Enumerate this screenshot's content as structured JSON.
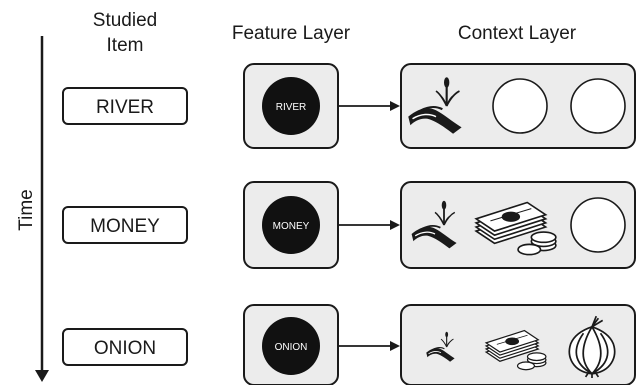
{
  "headers": {
    "studied_item_line1": "Studied",
    "studied_item_line2": "Item",
    "feature_layer": "Feature Layer",
    "context_layer": "Context Layer"
  },
  "time_label": "Time",
  "rows": [
    {
      "item": "RIVER",
      "feature": "RIVER",
      "context": [
        "river-icon",
        "empty-slot",
        "empty-slot"
      ]
    },
    {
      "item": "MONEY",
      "feature": "MONEY",
      "context": [
        "river-icon",
        "money-icon",
        "empty-slot"
      ]
    },
    {
      "item": "ONION",
      "feature": "ONION",
      "context": [
        "river-icon",
        "money-icon",
        "onion-icon"
      ]
    }
  ],
  "colors": {
    "ink": "#1a1a1a",
    "panel_fill": "#ececec",
    "feature_node": "#111111"
  }
}
